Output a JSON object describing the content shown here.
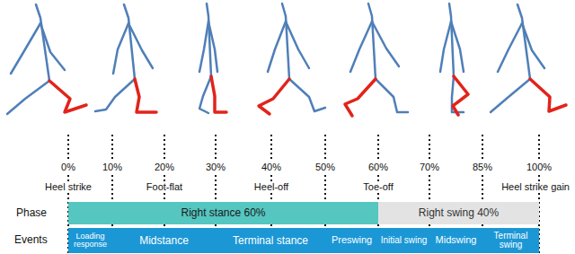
{
  "diagram": {
    "nodes": [
      {
        "text": [
          "Right stance 60%"
        ]
      },
      {
        "text": [
          "Right swing 40%"
        ]
      },
      {
        "text": [
          "Loading response"
        ]
      },
      {
        "text": [
          "Midstance"
        ]
      },
      {
        "text": [
          "Terminal stance"
        ]
      },
      {
        "text": [
          "Preswing"
        ]
      },
      {
        "text": [
          "Initial swing"
        ]
      },
      {
        "text": [
          "Midswing"
        ]
      },
      {
        "text": [
          "Terminal swing"
        ]
      }
    ],
    "labels": [
      "0%",
      "10%",
      "20%",
      "30%",
      "40%",
      "50%",
      "60%",
      "70%",
      "85%",
      "100%",
      "Heel strike",
      "Foot-flat",
      "Heel-off",
      "Toe-off",
      "Heel strike gain",
      "Phase",
      "Events"
    ]
  }
}
